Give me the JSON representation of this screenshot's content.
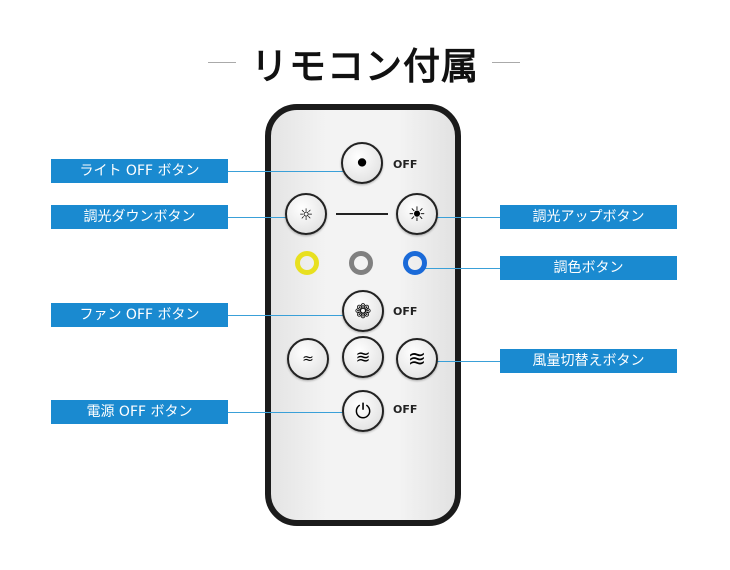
{
  "title": "リモコン付属",
  "remote": {
    "off_label": "OFF"
  },
  "labels": {
    "light_off": "ライト OFF ボタン",
    "dim_down": "調光ダウンボタン",
    "fan_off": "ファン OFF ボタン",
    "power_off": "電源 OFF ボタン",
    "dim_up": "調光アップボタン",
    "color": "調色ボタン",
    "wind": "風量切替えボタン"
  },
  "colors": {
    "accent": "#1a8ad0",
    "warm": "#e8e020",
    "neutral": "#808080",
    "cool": "#1a6ad8"
  }
}
